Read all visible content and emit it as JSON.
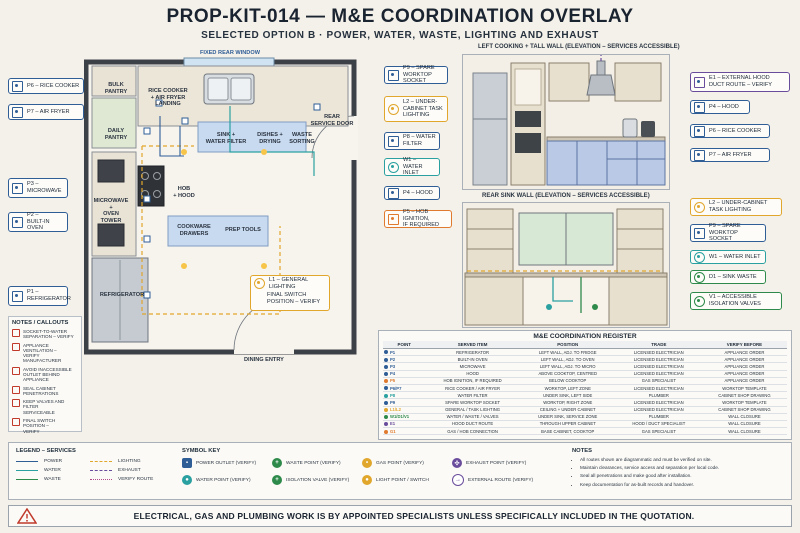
{
  "header": {
    "title": "PROP-KIT-014 — M&E COORDINATION OVERLAY",
    "subtitle": "SELECTED OPTION B · POWER, WATER, WASTE, LIGHTING AND EXHAUST"
  },
  "plan": {
    "window_label": "FIXED REAR WINDOW",
    "entry_label": "DINING ENTRY",
    "rooms": {
      "bulk_pantry": "BULK\nPANTRY",
      "rice_cooker": "RICE COOKER\n+ AIR FRYER\nLANDING",
      "daily_pantry": "DAILY\nPANTRY",
      "sink": "SINK +\nWATER FILTER",
      "dishes": "DISHES +\nDRYING",
      "waste": "WASTE\nSORTING",
      "rear_door": "REAR\nSERVICE DOOR",
      "hob": "HOB\n+ HOOD",
      "microwave": "MICROWAVE\n+\nOVEN\nTOWER",
      "cookware": "COOKWARE\nDRAWERS",
      "prep": "PREP TOOLS",
      "refrigerator": "REFRIGERATOR"
    },
    "callouts_left": [
      {
        "id": "P6",
        "text": "P6 – RICE COOKER",
        "type": "power"
      },
      {
        "id": "P7",
        "text": "P7 – AIR FRYER",
        "type": "power"
      },
      {
        "id": "P3",
        "text": "P3 –\nMICROWAVE",
        "type": "power"
      },
      {
        "id": "P2",
        "text": "P2 –\nBUILT-IN OVEN",
        "type": "power"
      },
      {
        "id": "P1",
        "text": "P1 –\nREFRIGERATOR",
        "type": "power"
      }
    ],
    "callouts_mid": [
      {
        "id": "P9",
        "text": "P9 – SPARE\nWORKTOP SOCKET",
        "type": "power"
      },
      {
        "id": "L2",
        "text": "L2 – UNDER-\nCABINET TASK\nLIGHTING",
        "type": "light"
      },
      {
        "id": "P8",
        "text": "P8 – WATER\nFILTER",
        "type": "power"
      },
      {
        "id": "W1",
        "text": "W1 – WATER\nINLET",
        "type": "water"
      },
      {
        "id": "P4",
        "text": "P4 – HOOD",
        "type": "power"
      },
      {
        "id": "P5",
        "text": "P5 – HOB IGNITION,\nIF REQUIRED",
        "type": "gas"
      }
    ],
    "lighting_callout": {
      "title": "L1 – GENERAL LIGHTING",
      "sub": "FINAL SWITCH\nPOSITION – VERIFY"
    }
  },
  "notes_callouts": {
    "title": "NOTES / CALLOUTS",
    "items": [
      "SOCKET-TO-WATER\nSEPARATION – VERIFY",
      "APPLIANCE VENTILATION –\nVERIFY MANUFACTURER",
      "AVOID INACCESSIBLE\nOUTLET BEHIND APPLIANCE",
      "SEAL CABINET\nPENETRATIONS",
      "KEEP VALVES AND FILTER\nSERVICEABLE",
      "FINAL SWITCH POSITION –\nVERIFY"
    ]
  },
  "elev_left": {
    "title": "LEFT COOKING + TALL WALL (ELEVATION – SERVICES ACCESSIBLE)",
    "callouts": [
      {
        "id": "E1",
        "text": "E1 – EXTERNAL HOOD\nDUCT ROUTE – VERIFY",
        "type": "exhaust"
      },
      {
        "id": "P4",
        "text": "P4 – HOOD",
        "type": "power"
      },
      {
        "id": "P6",
        "text": "P6 – RICE COOKER",
        "type": "power"
      },
      {
        "id": "P7",
        "text": "P7 – AIR FRYER",
        "type": "power"
      }
    ]
  },
  "elev_right": {
    "title": "REAR SINK WALL (ELEVATION – SERVICES ACCESSIBLE)",
    "callouts": [
      {
        "id": "L2",
        "text": "L2 – UNDER-CABINET\nTASK LIGHTING",
        "type": "light"
      },
      {
        "id": "P9",
        "text": "P9 – SPARE\nWORKTOP SOCKET",
        "type": "power"
      },
      {
        "id": "W1",
        "text": "W1 – WATER INLET",
        "type": "water"
      },
      {
        "id": "D1",
        "text": "D1 – SINK WASTE",
        "type": "waste"
      },
      {
        "id": "V1",
        "text": "V1 – ACCESSIBLE\nISOLATION VALVES",
        "type": "waste"
      }
    ]
  },
  "register": {
    "title": "M&E COORDINATION REGISTER",
    "columns": [
      "POINT",
      "SERVED ITEM",
      "POSITION",
      "TRADE",
      "VERIFY BEFORE"
    ],
    "rows": [
      {
        "point": "P1",
        "color": "#2f5d96",
        "item": "REFRIGERATOR",
        "position": "LEFT WALL, ADJ. TO FRIDGE",
        "trade": "LICENSED ELECTRICIAN",
        "verify": "APPLIANCE ORDER"
      },
      {
        "point": "P2",
        "color": "#2f5d96",
        "item": "BUILT-IN OVEN",
        "position": "LEFT WALL, ADJ. TO OVEN",
        "trade": "LICENSED ELECTRICIAN",
        "verify": "APPLIANCE ORDER"
      },
      {
        "point": "P3",
        "color": "#2f5d96",
        "item": "MICROWAVE",
        "position": "LEFT WALL, ADJ. TO MICRO",
        "trade": "LICENSED ELECTRICIAN",
        "verify": "APPLIANCE ORDER"
      },
      {
        "point": "P4",
        "color": "#2f5d96",
        "item": "HOOD",
        "position": "ABOVE COOKTOP, CENTRED",
        "trade": "LICENSED ELECTRICIAN",
        "verify": "APPLIANCE ORDER"
      },
      {
        "point": "P5",
        "color": "#e07a2e",
        "item": "HOB IGNITION, IF REQUIRED",
        "position": "BELOW COOKTOP",
        "trade": "GAS SPECIALIST",
        "verify": "APPLIANCE ORDER"
      },
      {
        "point": "P6/P7",
        "color": "#2f5d96",
        "item": "RICE COOKER / AIR FRYER",
        "position": "WORKTOP, LEFT ZONE",
        "trade": "LICENSED ELECTRICIAN",
        "verify": "WORKTOP TEMPLATE"
      },
      {
        "point": "P8",
        "color": "#2aa0a0",
        "item": "WATER FILTER",
        "position": "UNDER SINK, LEFT SIDE",
        "trade": "PLUMBER",
        "verify": "CABINET SHOP DRAWING"
      },
      {
        "point": "P9",
        "color": "#2f5d96",
        "item": "SPARE WORKTOP SOCKET",
        "position": "WORKTOP, RIGHT ZONE",
        "trade": "LICENSED ELECTRICIAN",
        "verify": "WORKTOP TEMPLATE"
      },
      {
        "point": "L1/L2",
        "color": "#e1a62c",
        "item": "GENERAL / TASK LIGHTING",
        "position": "CEILING + UNDER CABINET",
        "trade": "LICENSED ELECTRICIAN",
        "verify": "CABINET SHOP DRAWING"
      },
      {
        "point": "W1/D1/V1",
        "color": "#2e8a4a",
        "item": "WATER / WASTE / VALVES",
        "position": "UNDER SINK, SERVICE ZONE",
        "trade": "PLUMBER",
        "verify": "WALL CLOSURE"
      },
      {
        "point": "E1",
        "color": "#6a4c9c",
        "item": "HOOD DUCT ROUTE",
        "position": "THROUGH UPPER CABINET",
        "trade": "HOOD / DUCT SPECIALIST",
        "verify": "WALL CLOSURE"
      },
      {
        "point": "G1",
        "color": "#e07a2e",
        "item": "GAS / HOB CONNECTION",
        "position": "BASE CABINET, COOKTOP",
        "trade": "GAS SPECIALIST",
        "verify": "WALL CLOSURE"
      }
    ]
  },
  "legend": {
    "title": "LEGEND – SERVICES",
    "items": [
      {
        "label": "POWER",
        "color": "#2f5d96",
        "style": "solid"
      },
      {
        "label": "LIGHTING",
        "color": "#e1a62c",
        "style": "dashed"
      },
      {
        "label": "WATER",
        "color": "#2aa0a0",
        "style": "solid"
      },
      {
        "label": "EXHAUST",
        "color": "#6a4c9c",
        "style": "dashed"
      },
      {
        "label": "WASTE",
        "color": "#2e8a4a",
        "style": "solid"
      },
      {
        "label": "VERIFY ROUTE",
        "color": "#b04a8a",
        "style": "dotted"
      }
    ]
  },
  "symbols": {
    "title": "SYMBOL KEY",
    "items": [
      {
        "label": "POWER OUTLET (VERIFY)",
        "color": "#2f5d96",
        "glyph": "▪"
      },
      {
        "label": "WASTE POINT (VERIFY)",
        "color": "#2e8a4a",
        "glyph": "+"
      },
      {
        "label": "GAS POINT (VERIFY)",
        "color": "#e1a62c",
        "glyph": "•"
      },
      {
        "label": "EXHAUST POINT (VERIFY)",
        "color": "#6a4c9c",
        "glyph": "✣"
      },
      {
        "label": "WATER POINT (VERIFY)",
        "color": "#2aa0a0",
        "glyph": "●"
      },
      {
        "label": "ISOLATION VALVE (VERIFY)",
        "color": "#2e8a4a",
        "glyph": "+"
      },
      {
        "label": "LIGHT POINT / SWITCH",
        "color": "#e1a62c",
        "glyph": "●"
      },
      {
        "label": "EXTERNAL ROUTE (VERIFY)",
        "color": "#6a4c9c",
        "glyph": "→"
      }
    ]
  },
  "notes": {
    "title": "NOTES",
    "items": [
      "All routes shown are diagrammatic and must be verified on site.",
      "Maintain clearances, service access and separation per local code.",
      "Seal all penetrations and make good after installation.",
      "Keep documentation for as-built records and handover."
    ]
  },
  "footer": {
    "text": "ELECTRICAL, GAS AND PLUMBING WORK IS BY APPOINTED SPECIALISTS UNLESS SPECIFICALLY INCLUDED IN THE QUOTATION."
  }
}
